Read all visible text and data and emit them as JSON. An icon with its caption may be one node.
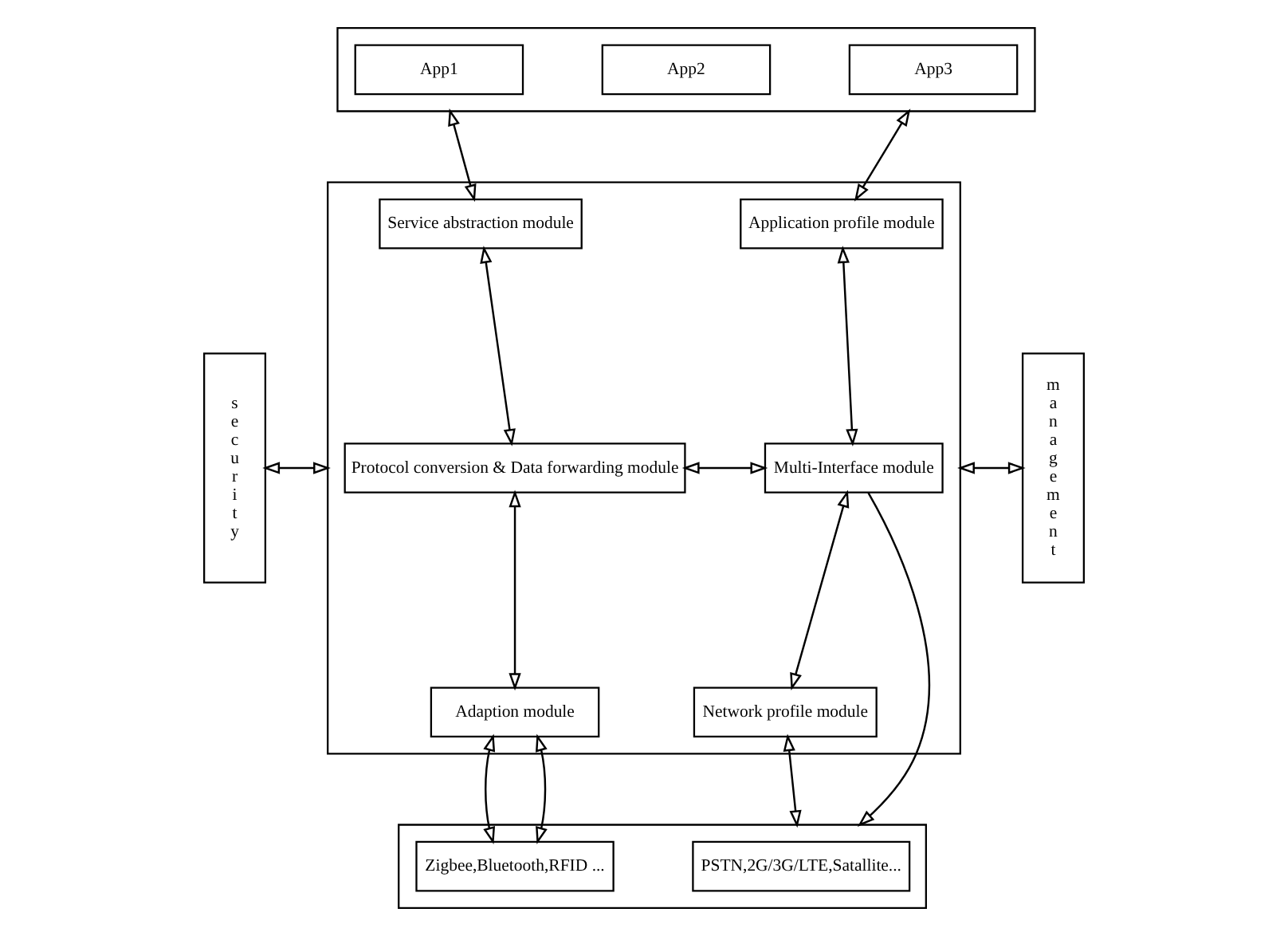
{
  "diagram": {
    "nodes": [
      {
        "text": [],
        "shape": "box"
      },
      {
        "text": [
          "App1"
        ],
        "in": 0
      },
      {
        "text": [
          "App2"
        ],
        "in": 0
      },
      {
        "text": [
          "App3"
        ],
        "in": 0
      },
      {
        "text": [
          "security"
        ]
      },
      {
        "text": [],
        "shape": "box"
      },
      {
        "text": [
          "Service abstraction module"
        ],
        "in": 5
      },
      {
        "text": [
          "Application profile module"
        ],
        "in": 5
      },
      {
        "text": [
          "Protocol conversion & Data forwarding module"
        ],
        "in": 5
      },
      {
        "text": [
          "Multi-Interface module"
        ],
        "in": 5
      },
      {
        "text": [
          "Adaption module"
        ],
        "in": 5
      },
      {
        "text": [
          "Network profile module"
        ],
        "in": 5
      },
      {
        "text": [
          "management"
        ]
      },
      {
        "text": [],
        "shape": "box"
      },
      {
        "text": [
          "Zigbee,Bluetooth,RFID ..."
        ],
        "in": 13
      },
      {
        "text": [
          "PSTN,2G/3G/LTE,Satallite..."
        ],
        "in": 13
      }
    ],
    "edges": [
      {
        "from": 0,
        "to": 6,
        "arrow": "both"
      },
      {
        "from": 0,
        "to": 7,
        "arrow": "both"
      },
      {
        "from": 6,
        "to": 8,
        "arrow": "both"
      },
      {
        "from": 7,
        "to": 9,
        "arrow": "both"
      },
      {
        "from": 8,
        "to": 9,
        "arrow": "both"
      },
      {
        "from": 8,
        "to": 10,
        "arrow": "both"
      },
      {
        "from": 9,
        "to": 11,
        "arrow": "both"
      },
      {
        "from": 4,
        "to": 5,
        "arrow": "both"
      },
      {
        "from": 5,
        "to": 12,
        "arrow": "both"
      },
      {
        "from": 10,
        "to": 14,
        "arrow": "both"
      },
      {
        "from": 10,
        "to": 14,
        "arrow": "both"
      },
      {
        "from": 9,
        "to": 13,
        "arrow": "to"
      },
      {
        "from": 11,
        "to": 13,
        "arrow": "both"
      }
    ]
  }
}
